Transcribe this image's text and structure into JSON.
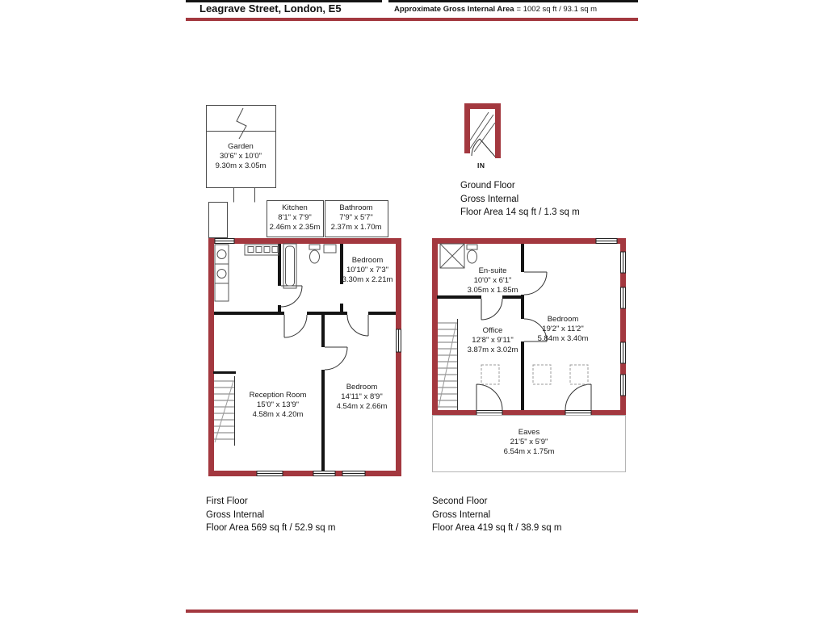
{
  "header": {
    "address": "Leagrave Street, London, E5",
    "area_label": "Approximate Gross Internal Area",
    "area_value": "= 1002 sq ft / 93.1 sq m"
  },
  "colors": {
    "wall": "#a3383f"
  },
  "ground_floor": {
    "entrance_label": "IN",
    "caption": [
      "Ground Floor",
      "Gross Internal",
      "Floor Area 14 sq ft / 1.3 sq m"
    ]
  },
  "first_floor": {
    "caption": [
      "First Floor",
      "Gross Internal",
      "Floor Area 569 sq ft / 52.9 sq m"
    ],
    "rooms": {
      "garden": {
        "name": "Garden",
        "imperial": "30'6\" x 10'0\"",
        "metric": "9.30m x 3.05m"
      },
      "kitchen": {
        "name": "Kitchen",
        "imperial": "8'1\" x 7'9\"",
        "metric": "2.46m x 2.35m"
      },
      "bathroom": {
        "name": "Bathroom",
        "imperial": "7'9\" x 5'7\"",
        "metric": "2.37m x 1.70m"
      },
      "bedroom1": {
        "name": "Bedroom",
        "imperial": "10'10\" x 7'3\"",
        "metric": "3.30m x 2.21m"
      },
      "reception": {
        "name": "Reception Room",
        "imperial": "15'0\" x 13'9\"",
        "metric": "4.58m x 4.20m"
      },
      "bedroom2": {
        "name": "Bedroom",
        "imperial": "14'11\" x 8'9\"",
        "metric": "4.54m x 2.66m"
      }
    }
  },
  "second_floor": {
    "caption": [
      "Second Floor",
      "Gross Internal",
      "Floor Area 419 sq ft / 38.9 sq m"
    ],
    "rooms": {
      "ensuite": {
        "name": "En-suite",
        "imperial": "10'0\" x 6'1\"",
        "metric": "3.05m x 1.85m"
      },
      "office": {
        "name": "Office",
        "imperial": "12'8\" x 9'11\"",
        "metric": "3.87m x 3.02m"
      },
      "bedroom3": {
        "name": "Bedroom",
        "imperial": "19'2\" x 11'2\"",
        "metric": "5.84m x 3.40m"
      },
      "eaves": {
        "name": "Eaves",
        "imperial": "21'5\" x 5'9\"",
        "metric": "6.54m x 1.75m"
      }
    }
  }
}
